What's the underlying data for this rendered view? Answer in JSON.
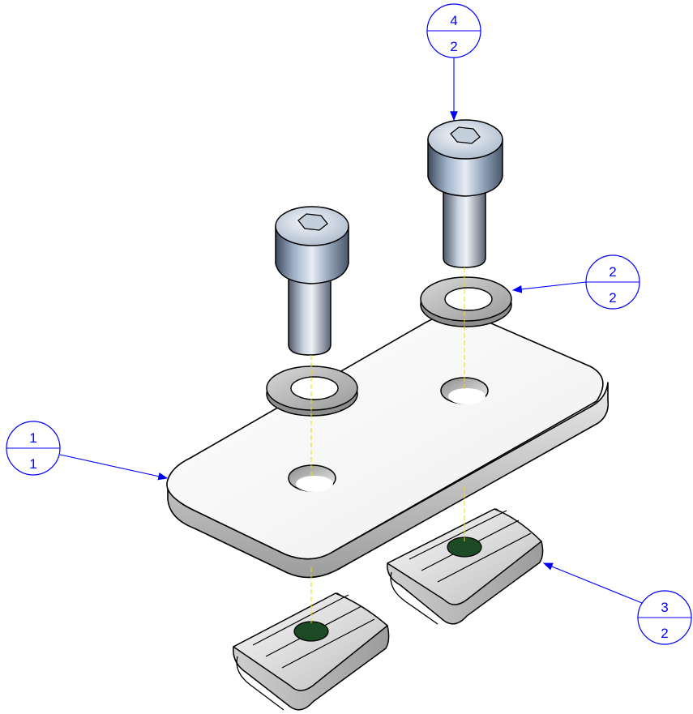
{
  "drawing": {
    "line_color": "#0000ff",
    "centerline_color": "#e8e000",
    "balloons": [
      {
        "item": "4",
        "qty": "2"
      },
      {
        "item": "2",
        "qty": "2"
      },
      {
        "item": "1",
        "qty": "1"
      },
      {
        "item": "3",
        "qty": "2"
      }
    ]
  }
}
